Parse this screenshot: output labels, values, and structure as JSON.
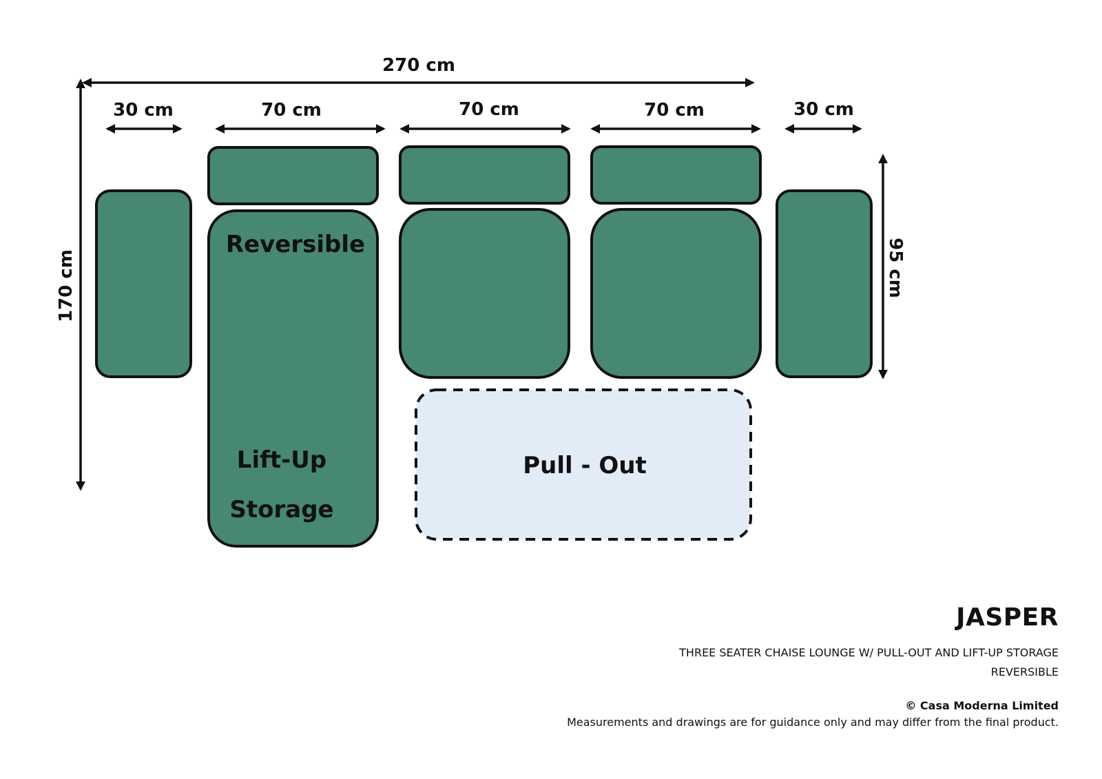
{
  "dimensions": {
    "total_width": "270 cm",
    "total_depth": "170 cm",
    "arm_depth": "95 cm",
    "segments": [
      "30 cm",
      "70 cm",
      "70 cm",
      "70 cm",
      "30 cm"
    ]
  },
  "labels": {
    "reversible": "Reversible",
    "lift_up": "Lift-Up",
    "storage": "Storage",
    "pull_out": "Pull - Out"
  },
  "product": {
    "name": "JASPER",
    "description_line1": "THREE SEATER CHAISE LOUNGE W/ PULL-OUT AND LIFT-UP STORAGE",
    "description_line2": "REVERSIBLE"
  },
  "footer": {
    "copyright": "© Casa Moderna Limited",
    "disclaimer": "Measurements and drawings are for guidance only and may differ from the final product."
  },
  "colors": {
    "cushion": "#478872",
    "pull_out": "#e1ecf7",
    "outline": "#111111"
  }
}
